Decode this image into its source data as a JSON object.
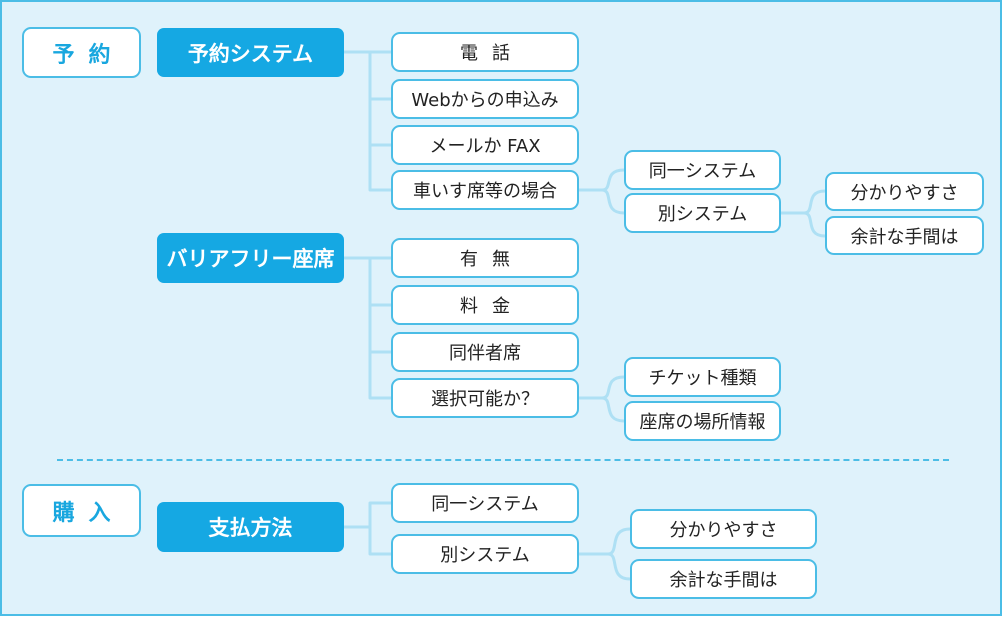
{
  "colors": {
    "accent": "#15a8e3",
    "border": "#4bbde6",
    "background": "#dff2fb",
    "connector": "#aee0f4"
  },
  "sections": {
    "reservation": "予約",
    "purchase": "購入"
  },
  "categories": {
    "reservation_system": "予約システム",
    "barrier_free": "バリアフリー座席",
    "payment": "支払方法"
  },
  "reservation_items": {
    "phone": "電話",
    "web": "Webからの申込み",
    "mail_fax": "メールか FAX",
    "wheelchair": "車いす席等の場合"
  },
  "wheelchair_options": {
    "same_system": "同一システム",
    "separate_system": "別システム"
  },
  "separate_system_notes": {
    "clarity": "分かりやすさ",
    "extra_step": "余計な手間は"
  },
  "barrier_free_items": {
    "availability": "有無",
    "fee": "料金",
    "companion": "同伴者席",
    "selectable": "選択可能か？"
  },
  "selectable_options": {
    "ticket_type": "チケット種類",
    "seat_location": "座席の場所情報"
  },
  "payment_items": {
    "same_system": "同一システム",
    "separate_system": "別システム"
  },
  "payment_notes": {
    "clarity": "分かりやすさ",
    "extra_step": "余計な手間は"
  }
}
